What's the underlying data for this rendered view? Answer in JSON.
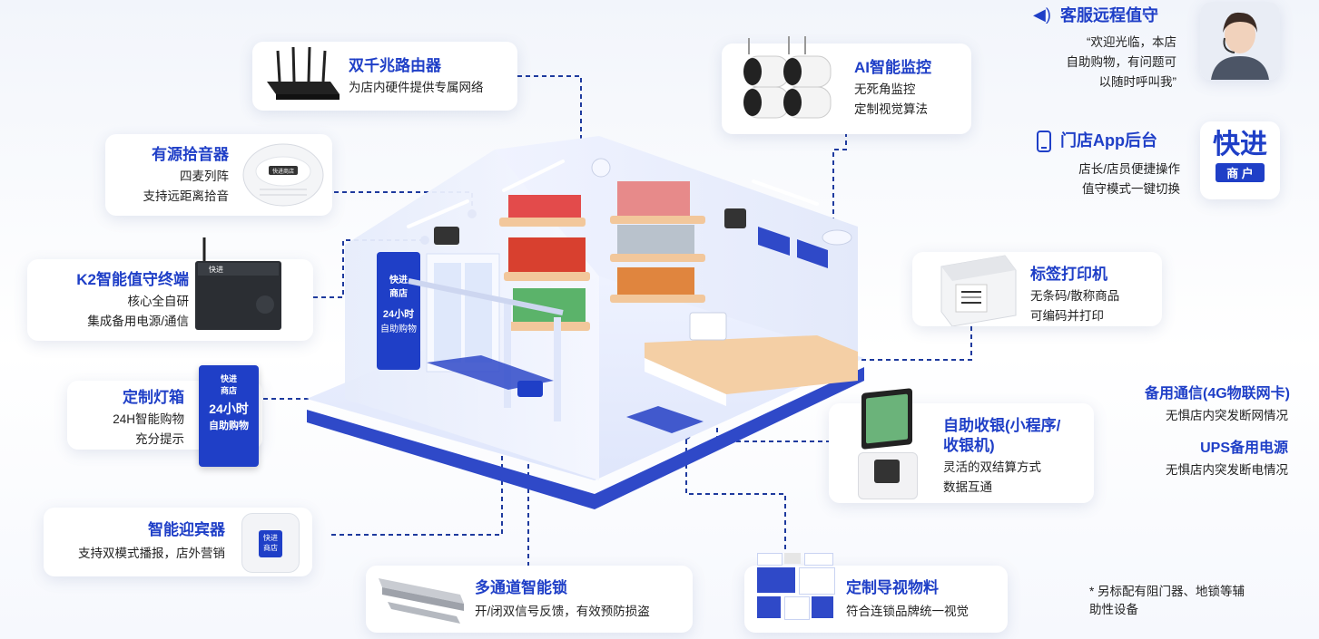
{
  "callouts": {
    "router": {
      "title": "双千兆路由器",
      "desc": [
        "为店内硬件提供专属网络"
      ]
    },
    "mic": {
      "title": "有源拾音器",
      "desc": [
        "四麦列阵",
        "支持远距离拾音"
      ]
    },
    "k2": {
      "title": "K2智能值守终端",
      "desc": [
        "核心全自研",
        "集成备用电源/通信"
      ]
    },
    "lightbox": {
      "title": "定制灯箱",
      "desc": [
        "24H智能购物",
        "充分提示"
      ]
    },
    "greeter": {
      "title": "智能迎宾器",
      "desc": [
        "支持双模式播报，店外营销"
      ]
    },
    "lock": {
      "title": "多通道智能锁",
      "desc": [
        "开/闭双信号反馈，有效预防损盗"
      ]
    },
    "guide": {
      "title": "定制导视物料",
      "desc": [
        "符合连锁品牌统一视觉"
      ]
    },
    "monitor": {
      "title": "AI智能监控",
      "desc": [
        "无死角监控",
        "定制视觉算法"
      ]
    },
    "printer": {
      "title": "标签打印机",
      "desc": [
        "无条码/散称商品",
        "可编码并打印"
      ]
    },
    "cashier": {
      "title": "自助收银(小程序/",
      "title2": "收银机)",
      "desc": [
        "灵活的双结算方式",
        "数据互通"
      ]
    }
  },
  "service": {
    "title": "客服远程值守",
    "icon": "speaker-icon",
    "quote": [
      "“欢迎光临，本店",
      "自助购物，有问题可",
      "以随时呼叫我”"
    ]
  },
  "app": {
    "title": "门店App后台",
    "icon": "phone-icon",
    "desc": [
      "店长/店员便捷操作",
      "值守模式一键切换"
    ],
    "logo_main": "快进",
    "logo_sub": "商 户"
  },
  "backup": {
    "comm_title": "备用通信(4G物联网卡)",
    "comm_desc": "无惧店内突发断网情况",
    "ups_title": "UPS备用电源",
    "ups_desc": "无惧店内突发断电情况"
  },
  "footnote": [
    "* 另标配有阻门器、地锁等辅",
    "助性设备"
  ],
  "store_sign": {
    "brand": "快进",
    "brand2": "商店",
    "big": "24小时",
    "sub": "自助购物"
  },
  "device_labels": {
    "k2_brand": "快进",
    "lightbox_brand": "快进",
    "lightbox_brand2": "商店",
    "lightbox_big": "24小时",
    "lightbox_sub": "自助购物",
    "greeter_brand": "快进",
    "greeter_brand2": "商店",
    "mic_brand": "快进商店"
  },
  "colors": {
    "accent": "#1f3fc7",
    "line": "#1e3a9e",
    "floor_edge": "#2f49c8"
  }
}
